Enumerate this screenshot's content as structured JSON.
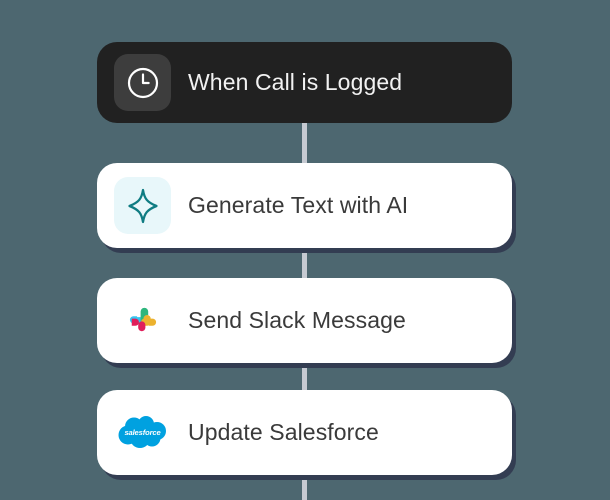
{
  "canvas": {
    "background_color": "#4d6770",
    "connector_color": "#c6cad2"
  },
  "workflow": {
    "trigger": {
      "label": "When Call is Logged",
      "icon": "clock-icon",
      "card_color": "#212121",
      "icon_tile_color": "#3d3d3d",
      "text_color": "#f2f2f2"
    },
    "steps": [
      {
        "label": "Generate Text with AI",
        "icon": "ai-sparkle-icon",
        "card_color": "#ffffff",
        "icon_tile_color": "#e8f7fa",
        "icon_color": "#0f7c82",
        "text_color": "#3a3a3a"
      },
      {
        "label": "Send Slack Message",
        "icon": "slack-logo-icon",
        "card_color": "#ffffff",
        "icon_tile_color": "none",
        "text_color": "#3a3a3a",
        "brand_colors": {
          "blue": "#36c5f0",
          "green": "#2eb67d",
          "yellow": "#ecb22e",
          "red": "#e01e5a"
        }
      },
      {
        "label": "Update Salesforce",
        "icon": "salesforce-logo-icon",
        "card_color": "#ffffff",
        "icon_tile_color": "none",
        "text_color": "#3a3a3a",
        "brand_colors": {
          "blue": "#00a1e0"
        },
        "wordmark": "salesforce"
      }
    ]
  }
}
